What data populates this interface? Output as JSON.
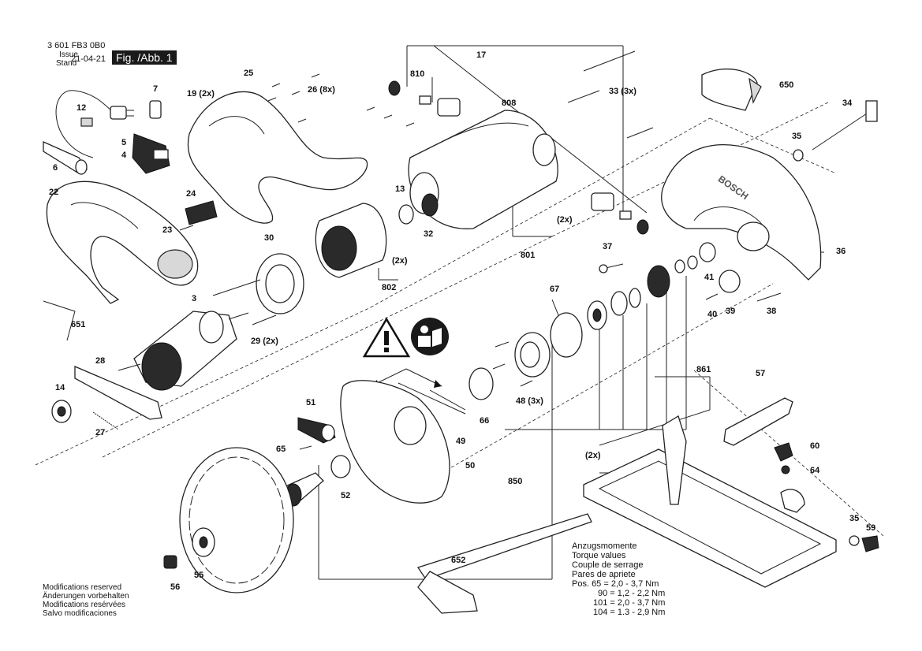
{
  "header": {
    "part_number": "3 601 FB3 0B0",
    "issue_label_line1": "Issue",
    "issue_label_line2": "Stand",
    "issue_date": "21-04-21",
    "figure": "Fig. /Abb. 1"
  },
  "callouts": {
    "p3": "3",
    "p4": "4",
    "p5": "5",
    "p6": "6",
    "p7": "7",
    "p12": "12",
    "p13": "13",
    "p14": "14",
    "p17": "17",
    "p19": "19 (2x)",
    "p22": "22",
    "p23": "23",
    "p24": "24",
    "p25": "25",
    "p26": "26 (8x)",
    "p27": "27",
    "p28": "28",
    "p29": "29 (2x)",
    "p30": "30",
    "p32": "32",
    "p33": "33 (3x)",
    "p34": "34",
    "p35a": "35",
    "p35b": "35",
    "p36": "36",
    "p37": "37",
    "p38": "38",
    "p39": "39",
    "p40": "40",
    "p41": "41",
    "p48": "48 (3x)",
    "p49": "49",
    "p50": "50",
    "p51": "51",
    "p52": "52",
    "p55": "55",
    "p56": "56",
    "p57": "57",
    "p59": "59",
    "p60": "60",
    "p64": "64",
    "p65": "65",
    "p66": "66",
    "p67": "67",
    "p650": "650",
    "p651": "651",
    "p652": "652",
    "p801": "801",
    "p802": "802",
    "p808": "808",
    "p810": "810",
    "p850": "850",
    "p861": "861",
    "x2a": "(2x)",
    "x2b": "(2x)",
    "x2c": "(2x)"
  },
  "torque": {
    "title_1": "Anzugsmomente",
    "title_2": "Torque values",
    "title_3": "Couple de serrage",
    "title_4": "Pares de apriete",
    "row1": "Pos.  65 =  2,0 - 3,7 Nm",
    "row2": "90 =  1,2 - 2,2 Nm",
    "row3": "101 =  2,0 - 3,7 Nm",
    "row4": "104 =  1.3 - 2,9 Nm"
  },
  "footer": {
    "line1": "Modifications reserved",
    "line2": "Änderungen vorbehalten",
    "line3": "Modifications resérvées",
    "line4": "Salvo modificaciones"
  },
  "brand_on_guard": "BOSCH",
  "icons": [
    "warning-triangle-icon",
    "read-manual-icon"
  ]
}
